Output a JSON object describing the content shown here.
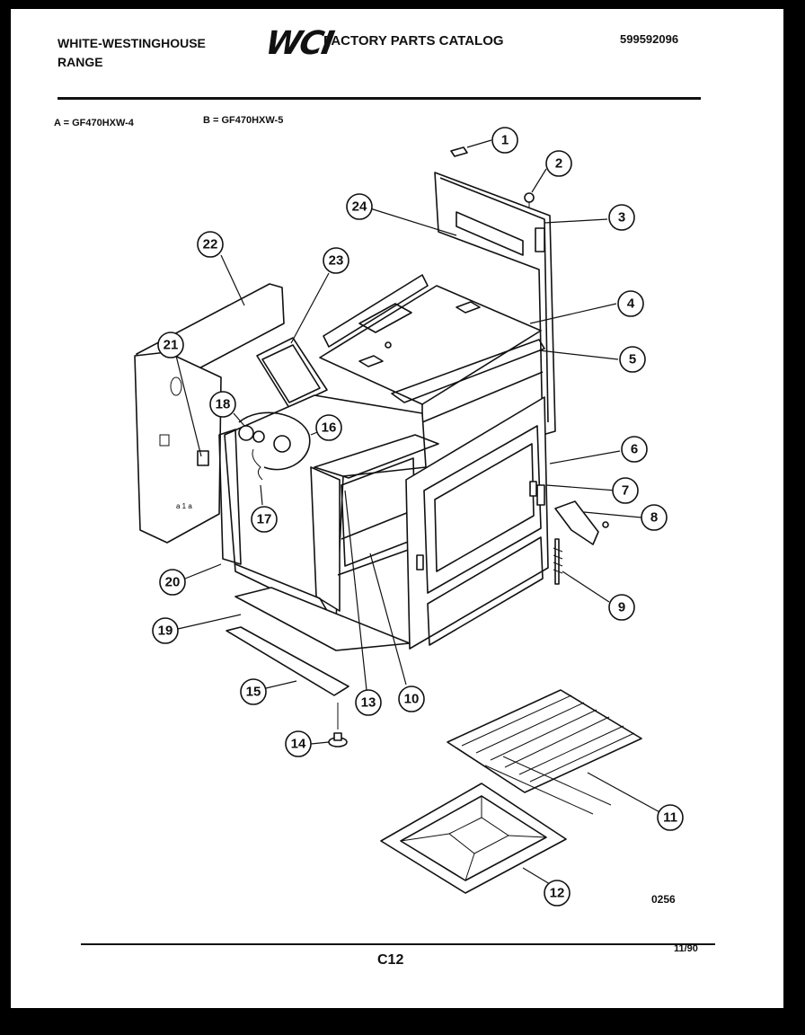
{
  "header": {
    "brand_line1": "WHITE-WESTINGHOUSE",
    "brand_line2": "RANGE",
    "logo_text": "WCI",
    "catalog_title": "FACTORY PARTS CATALOG",
    "part_number": "599592096"
  },
  "models": {
    "a": "A = GF470HXW-4",
    "b": "B = GF470HXW-5"
  },
  "footer": {
    "diagram_code": "0256",
    "page_code": "C12",
    "date": "11/90"
  },
  "callouts": [
    "1",
    "2",
    "3",
    "4",
    "5",
    "6",
    "7",
    "8",
    "9",
    "10",
    "11",
    "12",
    "13",
    "14",
    "15",
    "16",
    "17",
    "18",
    "19",
    "20",
    "21",
    "22",
    "23",
    "24"
  ]
}
